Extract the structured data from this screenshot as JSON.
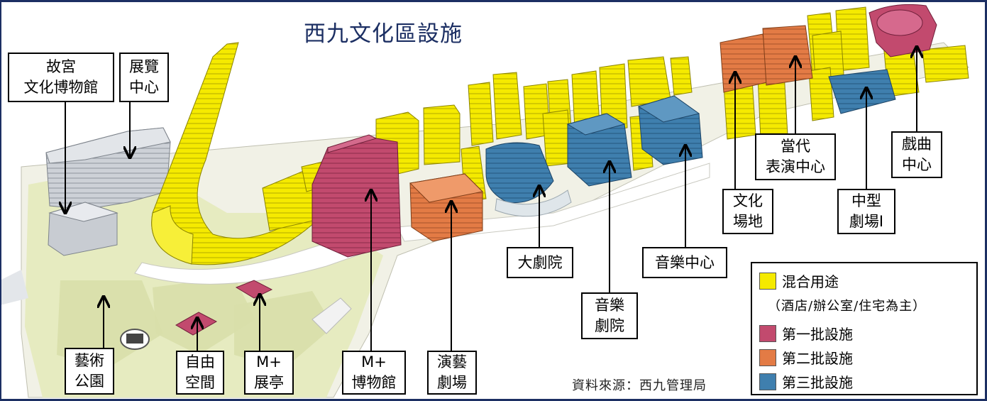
{
  "title": "西九文化區設施",
  "source": "資料來源：西九管理局",
  "colors": {
    "mixed_use": "#f5ea00",
    "phase1": "#c24a6e",
    "phase2": "#e37b45",
    "phase3": "#3f7fae",
    "existing": "#c9cdd3",
    "park": "#e6ebc0",
    "accent": "#1c2f63"
  },
  "legend": {
    "mixed_use": "混合用途",
    "mixed_use_note": "（酒店/辦公室/住宅為主）",
    "phase1": "第一批設施",
    "phase2": "第二批設施",
    "phase3": "第三批設施"
  },
  "labels": {
    "palace_museum": "故宮\n文化博物館",
    "exhibition_centre": "展覽\n中心",
    "art_park": "藝術\n公園",
    "freespace": "自由\n空間",
    "m_plus_pavilion": "M+\n展亭",
    "m_plus_museum": "M+\n博物館",
    "lyric_theatre": "演藝\n劇場",
    "grand_theatre": "大劇院",
    "music_theatre": "音樂\n劇院",
    "music_centre": "音樂中心",
    "contemporary_performance": "當代\n表演中心",
    "cultural_venue": "文化\n場地",
    "medium_theatre": "中型\n劇場I",
    "xiqu_centre": "戲曲\n中心"
  }
}
